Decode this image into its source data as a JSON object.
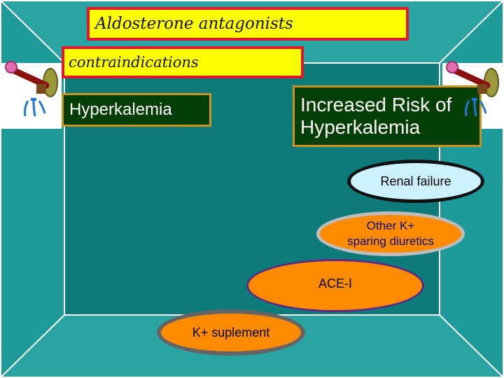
{
  "banners": {
    "title": "Aldosterone antagonists",
    "subtitle": "contraindications"
  },
  "boxes": {
    "hyperkalemia": "Hyperkalemia",
    "risk_line1": "Increased Risk of",
    "risk_line2": "Hyperkalemia"
  },
  "ellipses": {
    "renal": "Renal failure",
    "ksparing_line1": "Other K+",
    "ksparing_line2": "sparing diuretics",
    "acei": "ACE-I",
    "ksup": "K+ suplement"
  },
  "icons": [
    "kidney-faucet-icon",
    "kidney-faucet-icon"
  ],
  "colors": {
    "banner_fill": "#ffff00",
    "banner_border": "#e0182b",
    "box_fill": "#063f06",
    "box_border": "#c8961e",
    "ellipse_orange": "#fe8a00",
    "ellipse_light_blue": "#ccf2ff"
  }
}
